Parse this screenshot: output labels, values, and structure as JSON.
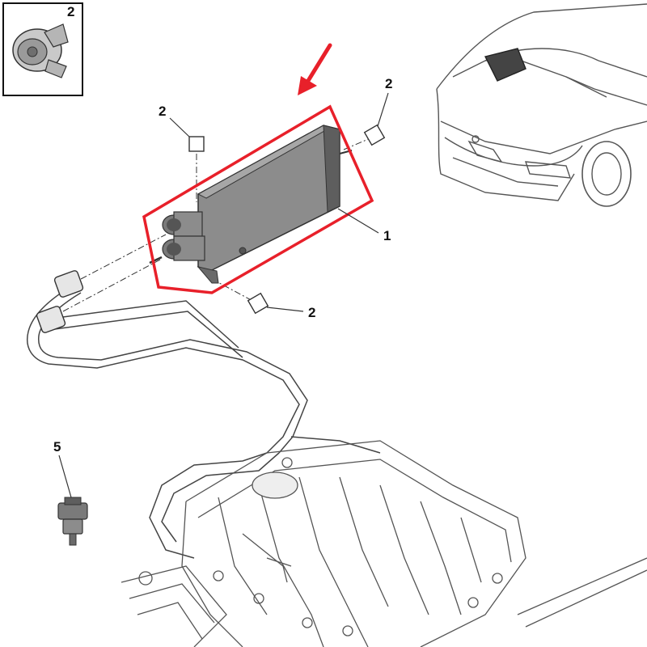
{
  "callouts": {
    "inset": "2",
    "canister": "1",
    "clip_top": "2",
    "clip_right": "2",
    "clip_bottom": "2",
    "valve": "5"
  },
  "colors": {
    "highlight": "#e8202a",
    "line": "#333333",
    "part_fill": "#8c8c8c",
    "part_dark": "#5e5e5e"
  }
}
